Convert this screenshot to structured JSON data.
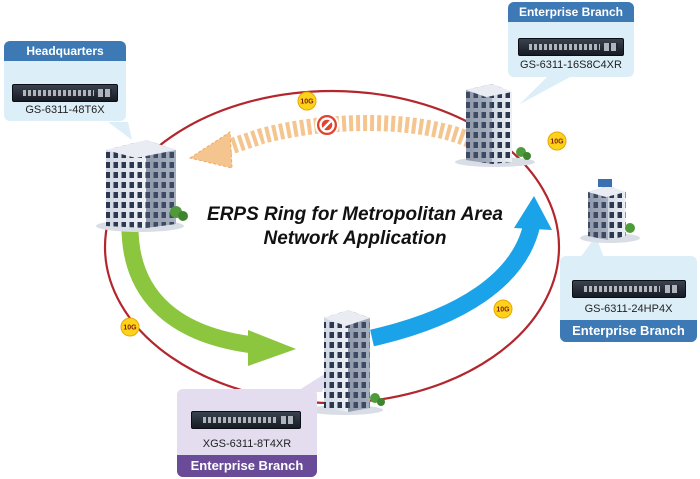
{
  "caption": {
    "line1": "ERPS Ring for Metropolitan Area",
    "line2": "Network Application"
  },
  "link_speed_label": "10G",
  "sites": {
    "headquarters": {
      "label": "Headquarters",
      "model": "GS-6311-48T6X"
    },
    "branch_top": {
      "label": "Enterprise Branch",
      "model": "GS-6311-16S8C4XR"
    },
    "branch_right": {
      "label": "Enterprise Branch",
      "model": "GS-6311-24HP4X"
    },
    "branch_bottom": {
      "label": "Enterprise Branch",
      "model": "XGS-6311-8T4XR"
    }
  },
  "colors": {
    "ring": "#b3262d",
    "link_badge": "#ffd21a",
    "blocked_icon": "#e0432e",
    "blocked_path": "#f5c58f",
    "flow_green": "#8cc63f",
    "flow_blue": "#1aa3e8",
    "card_blue": "#3d7ab5",
    "card_purple": "#6a4b97"
  }
}
